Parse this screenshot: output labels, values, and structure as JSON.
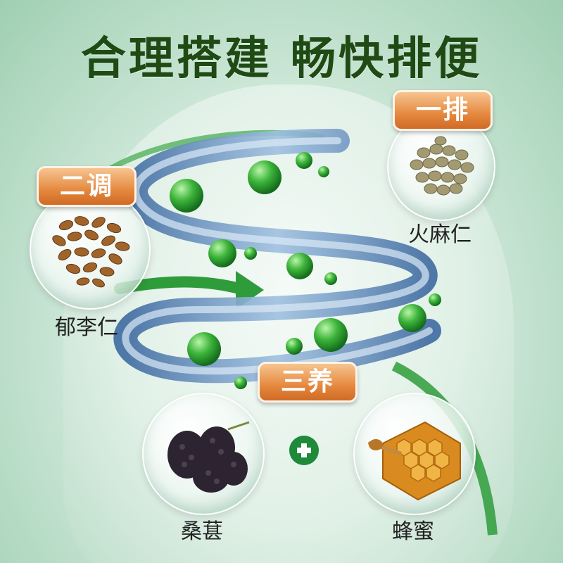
{
  "title": "合理搭建 畅快排便",
  "steps": [
    {
      "badge": "一排",
      "ingredient": "火麻仁"
    },
    {
      "badge": "二调",
      "ingredient": "郁李仁"
    },
    {
      "badge": "三养",
      "ingredients": [
        "桑葚",
        "蜂蜜"
      ]
    }
  ],
  "plus_icon": "plus-icon",
  "colors": {
    "title": "#1f4a14",
    "badge": "#e5893f",
    "accent_green": "#2e9c3a",
    "spiral": "#4d78a8"
  }
}
